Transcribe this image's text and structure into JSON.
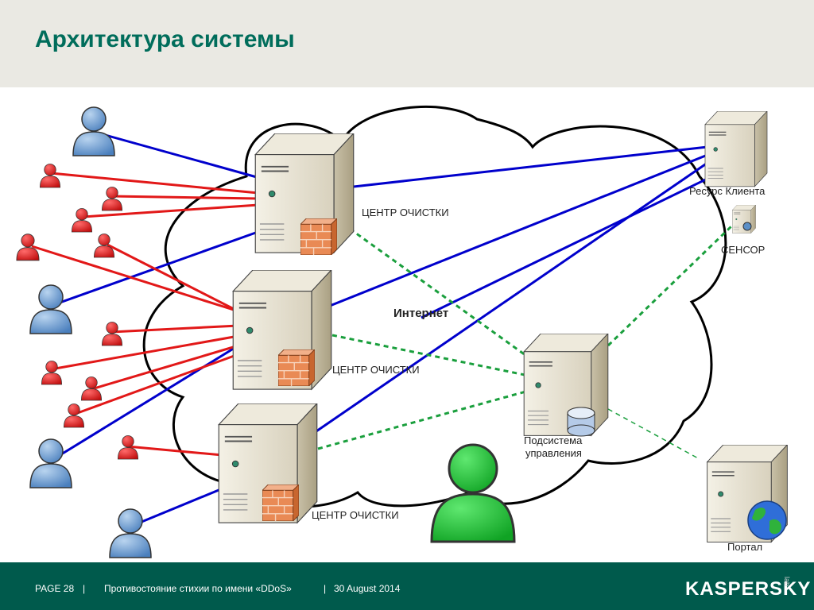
{
  "header": {
    "title": "Архитектура системы"
  },
  "diagram": {
    "cloud_label": "Интернет",
    "cleaning_centers": [
      {
        "label": "ЦЕНТР ОЧИСТКИ"
      },
      {
        "label": "ЦЕНТР ОЧИСТКИ"
      },
      {
        "label": "ЦЕНТР ОЧИСТКИ"
      }
    ],
    "client_resource": {
      "label": "Ресурс Клиента"
    },
    "sensor": {
      "label": "СЕНСОР"
    },
    "management": {
      "label_line1": "Подсистема",
      "label_line2": "управления"
    },
    "portal": {
      "label": "Портал"
    },
    "colors": {
      "legit_user": "#5b8fc7",
      "attacker": "#d81b1b",
      "operator": "#1fb534",
      "legit_link": "#0000cc",
      "attack_link": "#e21818",
      "mgmt_link": "#1a9f3d"
    }
  },
  "footer": {
    "page": "PAGE 28",
    "sep1": "|",
    "presentation": "Противостояние стихии по имени «DDoS»",
    "sep2": "|",
    "date": "30 August 2014",
    "logo": "KASPERSKY",
    "logo_sub": "lab"
  }
}
